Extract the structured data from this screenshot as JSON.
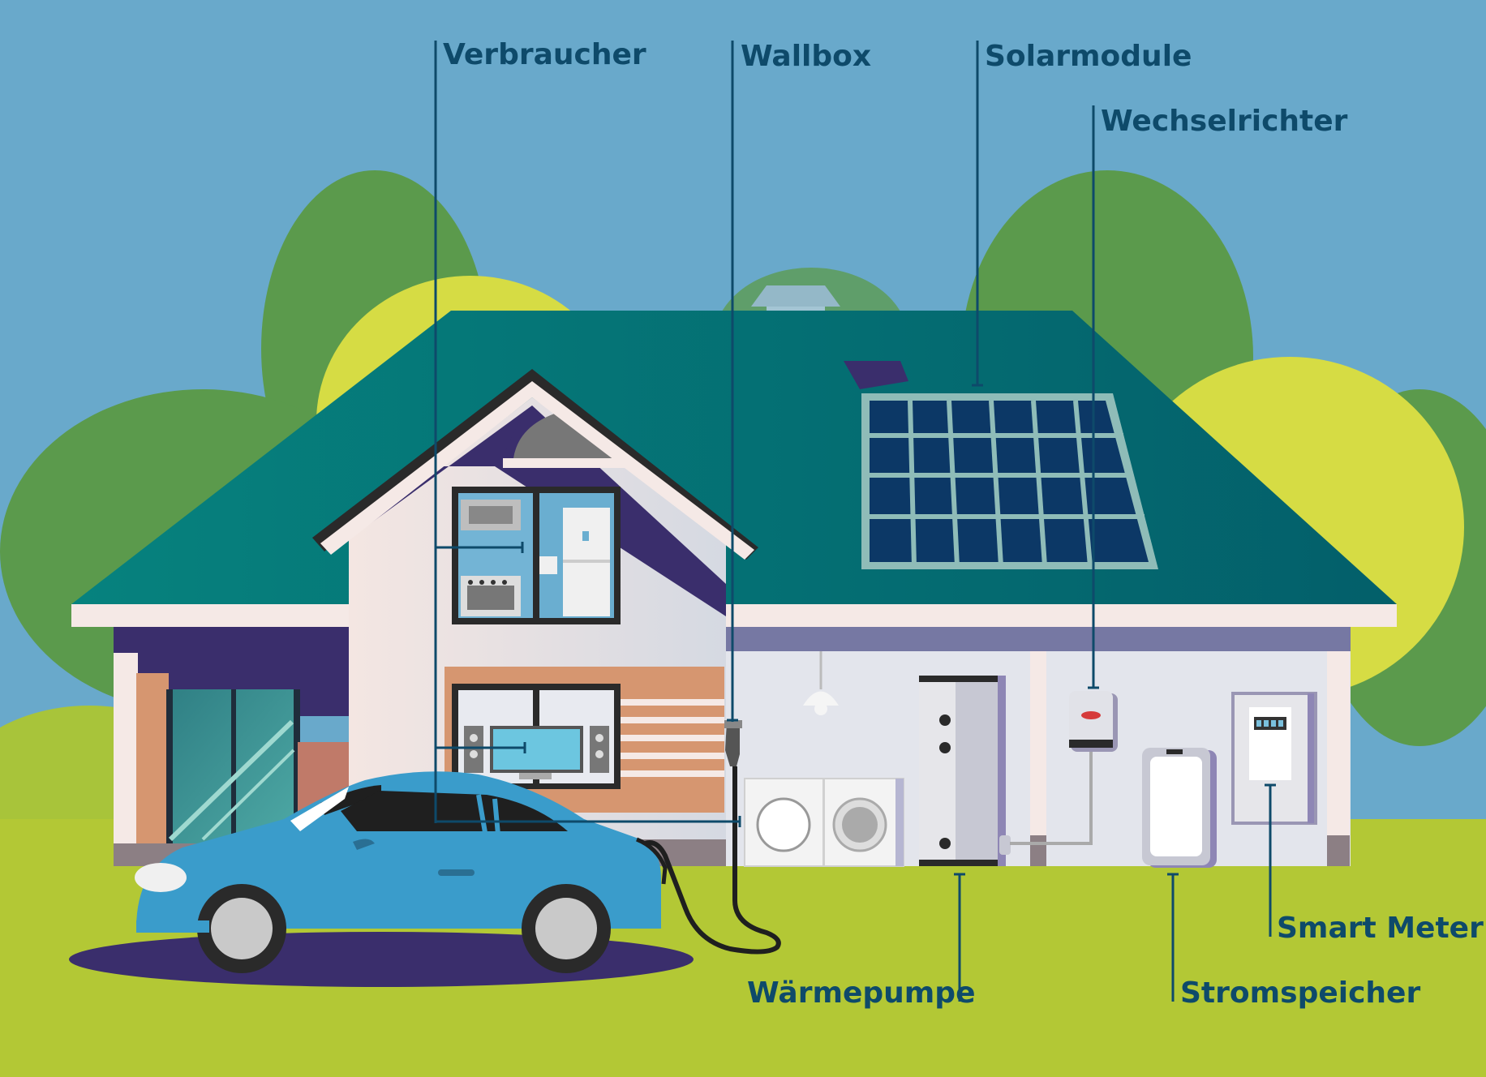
{
  "labels": {
    "verbraucher": "Verbraucher",
    "wallbox": "Wallbox",
    "solarmodule": "Solarmodule",
    "wechselrichter": "Wechselrichter",
    "waermepumpe": "Wärmepumpe",
    "stromspeicher": "Stromspeicher",
    "smart_meter": "Smart Meter"
  },
  "colors": {
    "sky": "#69a9cb",
    "grass": "#b3c835",
    "tree_dark": "#5b9a4c",
    "tree_light": "#d6dc44",
    "roof": "#047272",
    "wall_shadow": "#3a2e6c",
    "solar_panel": "#0c3866",
    "car": "#3a9ccb",
    "label_text": "#0e4a6a"
  },
  "icons": [
    "house",
    "solar-panel",
    "chimney",
    "car",
    "wallbox",
    "inverter",
    "heat-pump",
    "battery",
    "smart-meter",
    "washing-machine",
    "dryer",
    "lamp",
    "tv",
    "kitchen"
  ]
}
